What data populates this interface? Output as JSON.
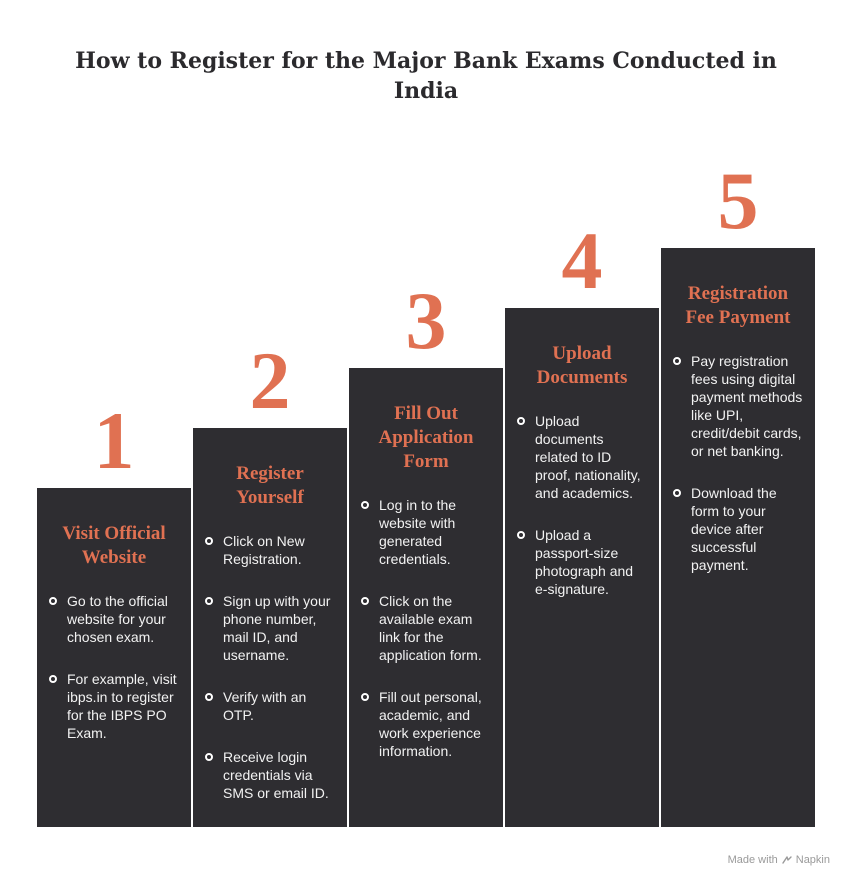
{
  "title": "How to Register for the Major Bank Exams Conducted in India",
  "steps": [
    {
      "number": "1",
      "title": "Visit Official Website",
      "bullets": [
        "Go to the official website for your chosen exam.",
        "For example, visit ibps.in to register for the IBPS PO Exam."
      ]
    },
    {
      "number": "2",
      "title": "Register Yourself",
      "bullets": [
        "Click on New Registration.",
        "Sign up with your phone number, mail ID, and username.",
        "Verify with an OTP.",
        "Receive login credentials via SMS or email ID."
      ]
    },
    {
      "number": "3",
      "title": "Fill Out Application Form",
      "bullets": [
        "Log in to the website with generated credentials.",
        "Click on the available exam link for the application form.",
        "Fill out personal, academic, and work experience information."
      ]
    },
    {
      "number": "4",
      "title": "Upload Documents",
      "bullets": [
        "Upload documents related to ID proof, nationality, and academics.",
        "Upload a passport-size photograph and e-signature."
      ]
    },
    {
      "number": "5",
      "title": "Registration Fee Payment",
      "bullets": [
        "Pay registration fees using digital payment methods like UPI, credit/debit cards, or net banking.",
        "Download the form to your device after successful payment."
      ]
    }
  ],
  "footer": {
    "prefix": "Made with",
    "brand": "Napkin",
    "icon": "napkin-logo-icon"
  },
  "colors": {
    "accent": "#e07152",
    "panel": "#2e2d31",
    "text_dark": "#2b2a2d"
  }
}
